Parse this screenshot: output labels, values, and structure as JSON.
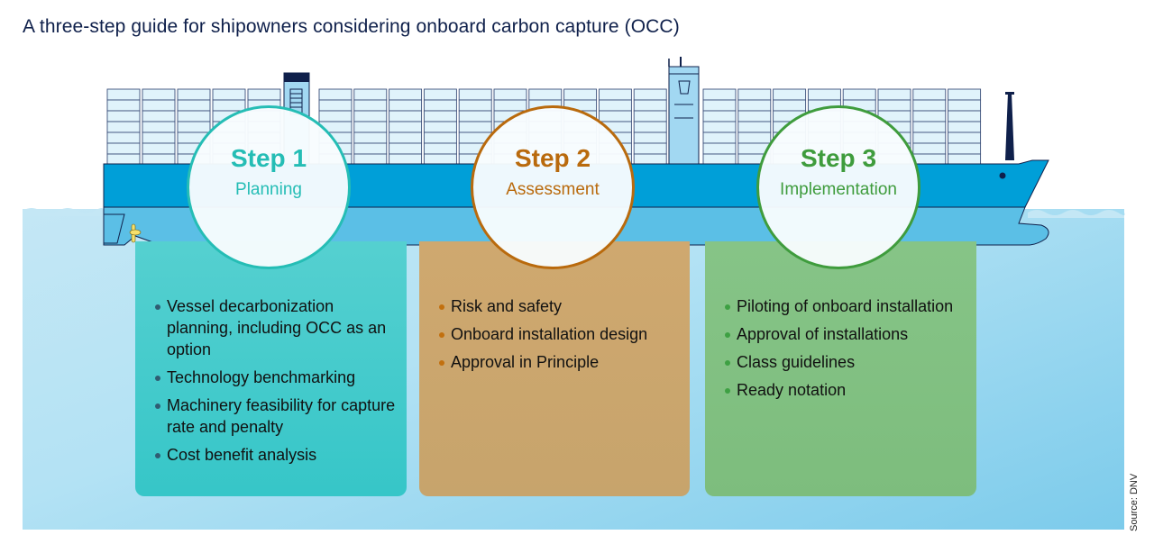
{
  "title": "A three-step guide for shipowners considering onboard carbon capture (OCC)",
  "source": "Source: DNV",
  "colors": {
    "step1": "#25bdb5",
    "step2": "#b96a0d",
    "step3": "#3f9c3d",
    "hull_upper": "#009fd8",
    "hull_lower": "#5bbfe6",
    "navy": "#0f204b"
  },
  "illustration": {
    "subject": "container-ship",
    "icons": [
      "container-ship-icon",
      "propeller-icon",
      "bridge-tower-icon",
      "mast-icon"
    ]
  },
  "steps": [
    {
      "label": "Step 1",
      "subtitle": "Planning",
      "items": [
        "Vessel decarbonization planning, including OCC as an option",
        "Technology benchmarking",
        "Machinery feasibility for capture rate and penalty",
        "Cost benefit analysis"
      ]
    },
    {
      "label": "Step 2",
      "subtitle": "Assessment",
      "items": [
        "Risk and safety",
        "Onboard installation design",
        "Approval in Principle"
      ]
    },
    {
      "label": "Step 3",
      "subtitle": "Implementation",
      "items": [
        "Piloting of onboard installation",
        "Approval of installations",
        "Class guidelines",
        "Ready notation"
      ]
    }
  ]
}
